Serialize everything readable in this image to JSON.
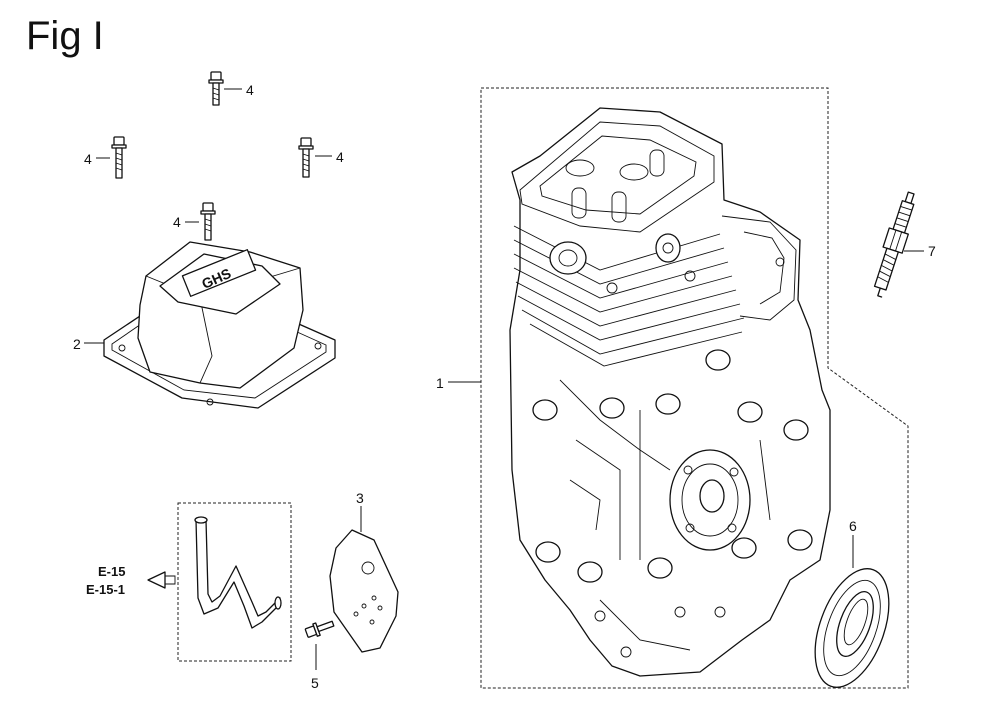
{
  "figure": {
    "title": "Fig I"
  },
  "references": {
    "line1": "E-15",
    "line2": "E-15-1"
  },
  "callouts": {
    "part1": "1",
    "part2": "2",
    "part3": "3",
    "part4_top": "4",
    "part4_left": "4",
    "part4_right": "4",
    "part4_lower": "4",
    "part5": "5",
    "part6": "6",
    "part7": "7"
  },
  "colors": {
    "line": "#111111",
    "background": "#ffffff"
  }
}
